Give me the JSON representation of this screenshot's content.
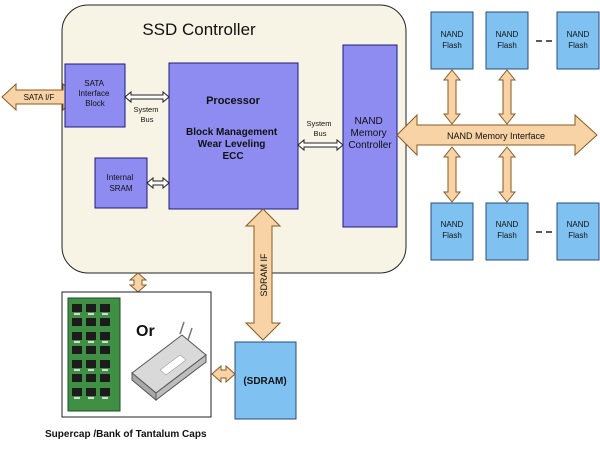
{
  "title": "SSD Controller",
  "sata_if": "SATA I/F",
  "sata_block": [
    "SATA",
    "Interface",
    "Block"
  ],
  "system_bus_left": [
    "System",
    "Bus"
  ],
  "internal_sram": [
    "Internal",
    "SRAM"
  ],
  "processor": {
    "title": "Processor",
    "lines": [
      "Block Management",
      "Wear Leveling",
      "ECC"
    ]
  },
  "system_bus_right": [
    "System",
    "Bus"
  ],
  "nand_controller": [
    "NAND",
    "Memory",
    "Controller"
  ],
  "nand_interface": "NAND Memory Interface",
  "nand_flash": [
    "NAND",
    "Flash"
  ],
  "sdram_if": "SDRAM IF",
  "sdram": "(SDRAM)",
  "or_label": "Or",
  "supercap_caption": "Supercap /Bank of Tantalum Caps",
  "colors": {
    "controller_bg": "#f7f4e6",
    "block_purple": "#8e8cf0",
    "nand_blue": "#7fc2f2",
    "arrow_orange": "#f7d3a5"
  }
}
